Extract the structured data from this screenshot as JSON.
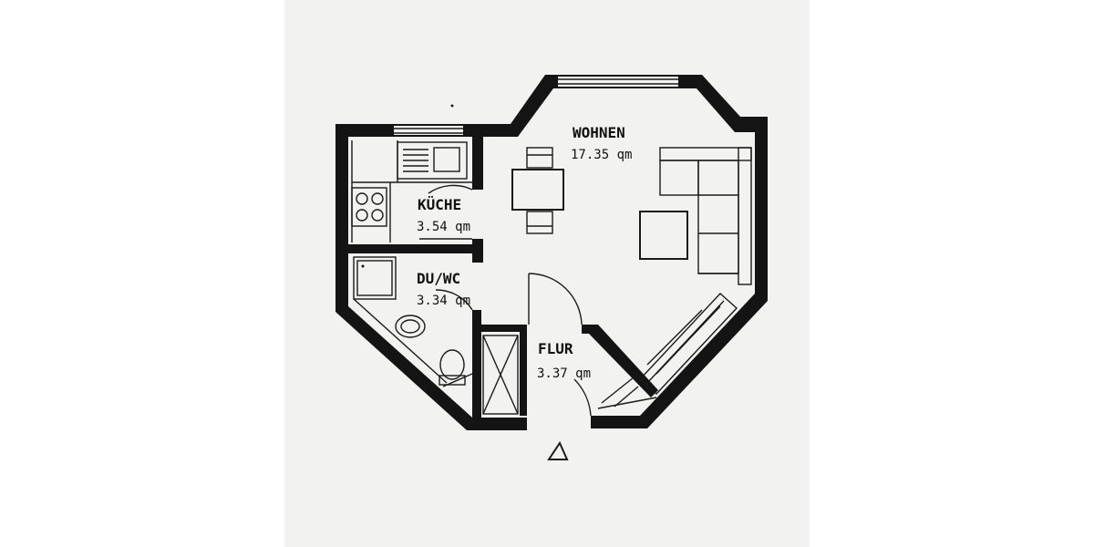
{
  "rooms": {
    "wohnen": {
      "name": "WOHNEN",
      "area": "17.35 qm"
    },
    "kueche": {
      "name": "KÜCHE",
      "area": "3.54 qm"
    },
    "duwc": {
      "name": "DU/WC",
      "area": "3.34 qm"
    },
    "flur": {
      "name": "FLUR",
      "area": "3.37 qm"
    }
  },
  "symbols": {
    "entrance": "entrance-triangle-icon",
    "stove": "stove-icon",
    "sink": "sink-icon",
    "toilet": "toilet-icon",
    "shower": "shower-tray-icon",
    "washbasin": "washbasin-icon",
    "wardrobe": "wardrobe-icon",
    "sofa": "sofa-icon",
    "coffee_table": "coffee-table-icon",
    "dining_table": "dining-table-icon",
    "chair": "chair-icon",
    "door": "door-swing-icon",
    "window": "window-icon"
  },
  "colors": {
    "walls": "#141414",
    "paper": "#f2f2f1",
    "background": "#ffffff"
  }
}
